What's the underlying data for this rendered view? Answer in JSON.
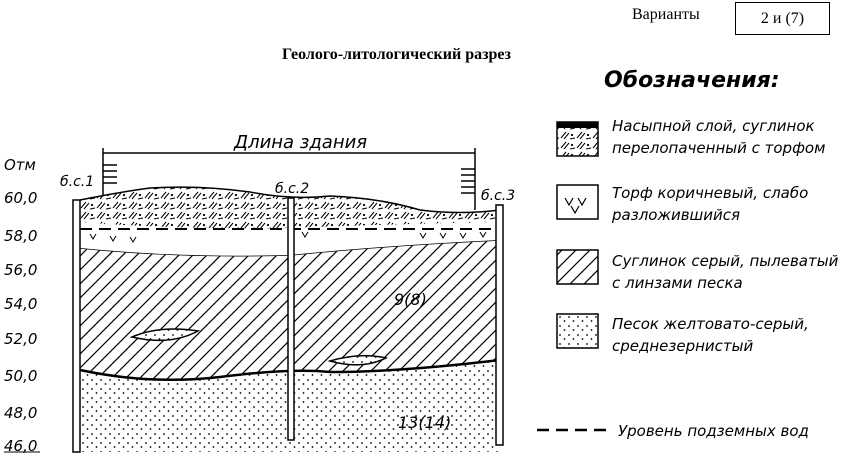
{
  "header": {
    "variants_label": "Варианты",
    "variants_value": "2 и (7)",
    "title": "Геолого-литологический разрез"
  },
  "section": {
    "building_length_label": "Длина здания",
    "elevation_axis_label": "Отм",
    "elevation_ticks": [
      "60,0",
      "58,0",
      "56,0",
      "54,0",
      "52,0",
      "50,0",
      "48,0",
      "46,0"
    ],
    "boreholes": [
      "б.с.1",
      "б.с.2",
      "б.с.3"
    ],
    "variant_marks": [
      "9(8)",
      "13(14)"
    ]
  },
  "legend": {
    "title": "Обозначения:",
    "items": [
      {
        "icon": "fill-soil-pattern-icon",
        "line1": "Насыпной слой, суглинок",
        "line2": "перелопаченный с торфом"
      },
      {
        "icon": "peat-pattern-icon",
        "line1": "Торф коричневый, слабо",
        "line2": "разложившийся"
      },
      {
        "icon": "loam-pattern-icon",
        "line1": "Суглинок серый, пылеватый",
        "line2": "с линзами песка"
      },
      {
        "icon": "sand-pattern-icon",
        "line1": "Песок желтовато-серый,",
        "line2": "среднезернистый"
      },
      {
        "icon": "groundwater-line-icon",
        "line1": "Уровень подземных вод",
        "line2": ""
      }
    ]
  }
}
